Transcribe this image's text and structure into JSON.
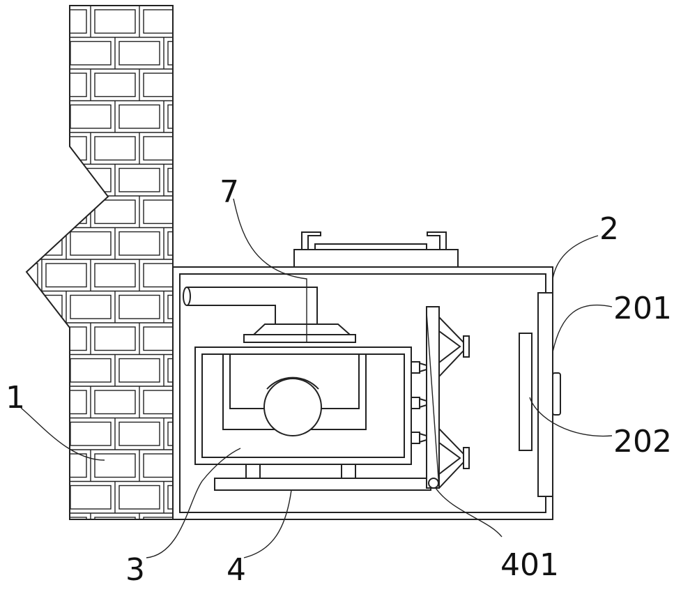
{
  "labels": {
    "wall": "1",
    "box": "2",
    "door": "201",
    "door_panel": "202",
    "unit": "3",
    "base": "4",
    "rail": "401",
    "pipe": "7"
  }
}
